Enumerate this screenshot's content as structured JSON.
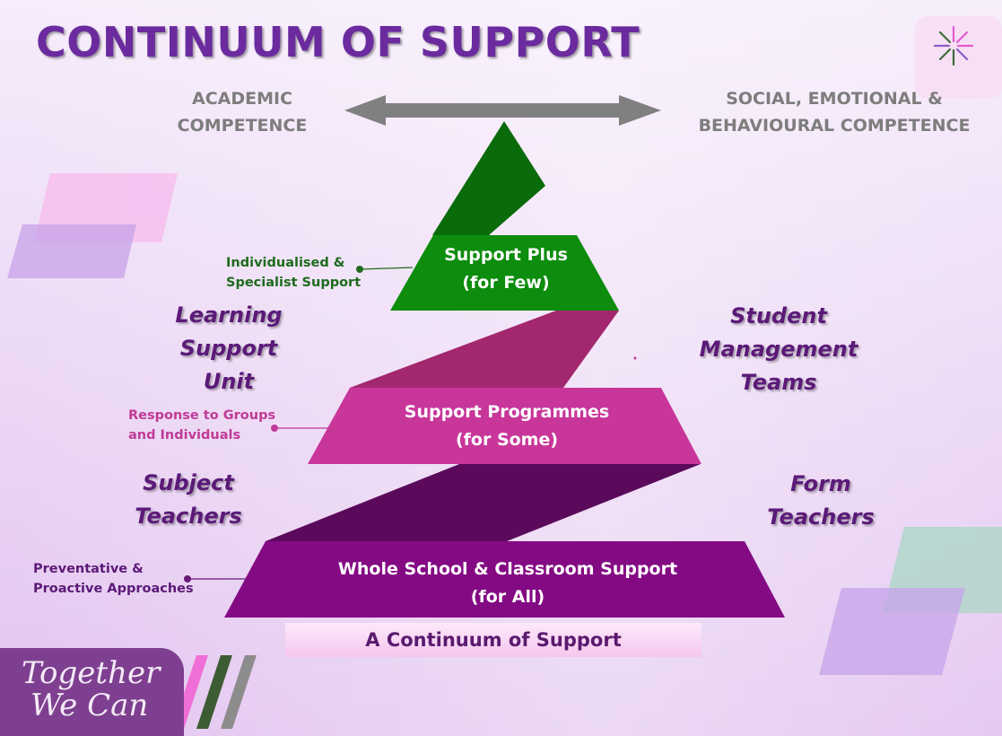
{
  "title": "CONTINUUM OF SUPPORT",
  "axis": {
    "left_line1": "ACADEMIC",
    "left_line2": "COMPETENCE",
    "right_line1": "SOCIAL, EMOTIONAL &",
    "right_line2": "BEHAVIOURAL COMPETENCE"
  },
  "tiers": {
    "top": {
      "line1": "Support Plus",
      "line2": "(for Few)",
      "color": "#0d8c0d",
      "note_line1": "Individualised &",
      "note_line2": "Specialist Support",
      "note_color": "#1e6b1e"
    },
    "middle": {
      "line1": "Support Programmes",
      "line2": "(for Some)",
      "color": "#c8369a",
      "note_line1": "Response to Groups",
      "note_line2": "and Individuals",
      "note_color": "#c03a96"
    },
    "bottom": {
      "line1": "Whole School & Classroom Support",
      "line2": "(for All)",
      "color": "#840a84",
      "note_line1": "Preventative &",
      "note_line2": "Proactive Approaches",
      "note_color": "#5b1a78"
    }
  },
  "roles": {
    "left_upper": {
      "line1": "Learning",
      "line2": "Support",
      "line3": "Unit"
    },
    "right_upper": {
      "line1": "Student",
      "line2": "Management",
      "line3": "Teams"
    },
    "left_lower": {
      "line1": "Subject",
      "line2": "Teachers"
    },
    "right_lower": {
      "line1": "Form",
      "line2": "Teachers"
    }
  },
  "footer": "A Continuum of Support",
  "logo": {
    "line1": "Together",
    "line2": "We Can"
  },
  "colors": {
    "background_top": "#f6ecfb",
    "background_bottom": "#e4c8f0",
    "arrow": "#808080",
    "green_dark": "#0a6b0a",
    "magenta_dark": "#a3276f",
    "purple_dark": "#5b0a5b"
  }
}
